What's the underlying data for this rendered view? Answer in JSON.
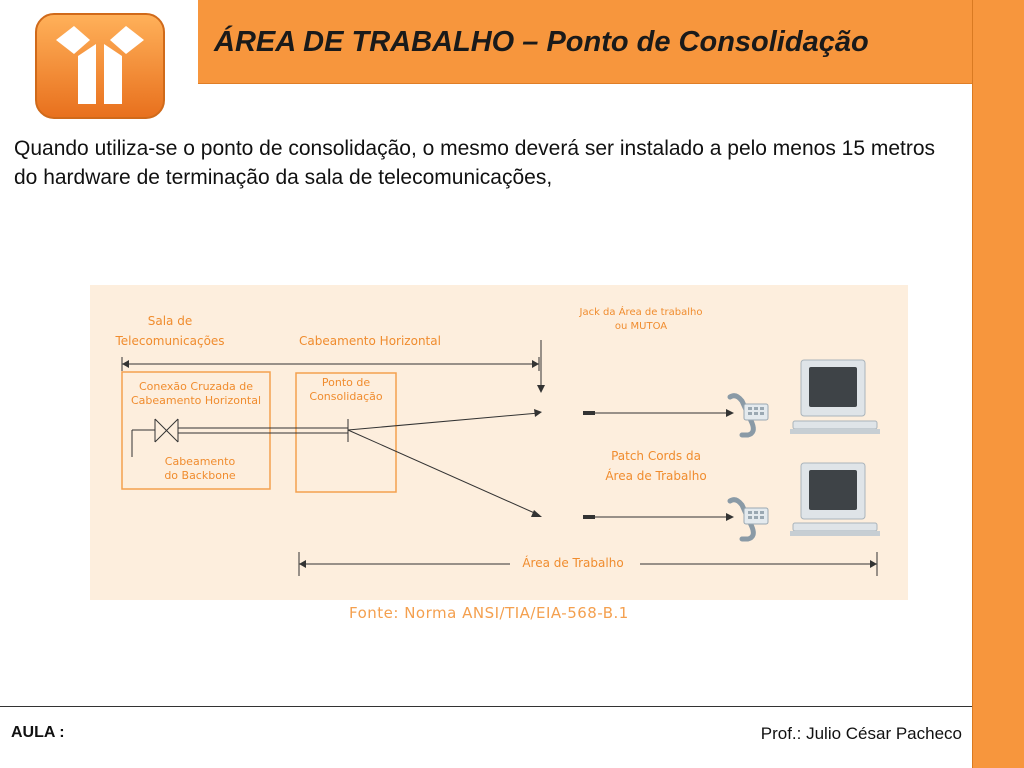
{
  "slide": {
    "title": "ÁREA DE TRABALHO – Ponto de Consolidação",
    "intro": "Quando utiliza-se o ponto de consolidação, o mesmo deverá ser instalado a pelo menos 15 metros do hardware de terminação da sala de telecomunicações,",
    "source": "Fonte:  Norma  ANSI/TIA/EIA-568-B.1"
  },
  "diagram": {
    "room_label_1": "Sala de",
    "room_label_2": "Telecomunicações",
    "horizontal_label": "Cabeamento Horizontal",
    "jack_label_1": "Jack da  Área  de  trabalho",
    "jack_label_2": "ou MUTOA",
    "cross_label_1": "Conexão  Cruzada de",
    "cross_label_2": "Cabeamento  Horizontal",
    "backbone_label_1": "Cabeamento",
    "backbone_label_2": "do Backbone",
    "cp_label_1": "Ponto de",
    "cp_label_2": "Consolidação",
    "patch_label_1": "Patch Cords da",
    "patch_label_2": "Área de Trabalho",
    "work_area_label": "Área de Trabalho"
  },
  "footer": {
    "left": "AULA :",
    "right": "Prof.: Julio César Pacheco"
  },
  "colors": {
    "accent_orange": "#f7963d",
    "diagram_bg": "#fdeedd",
    "diagram_text": "#f08c2e"
  }
}
